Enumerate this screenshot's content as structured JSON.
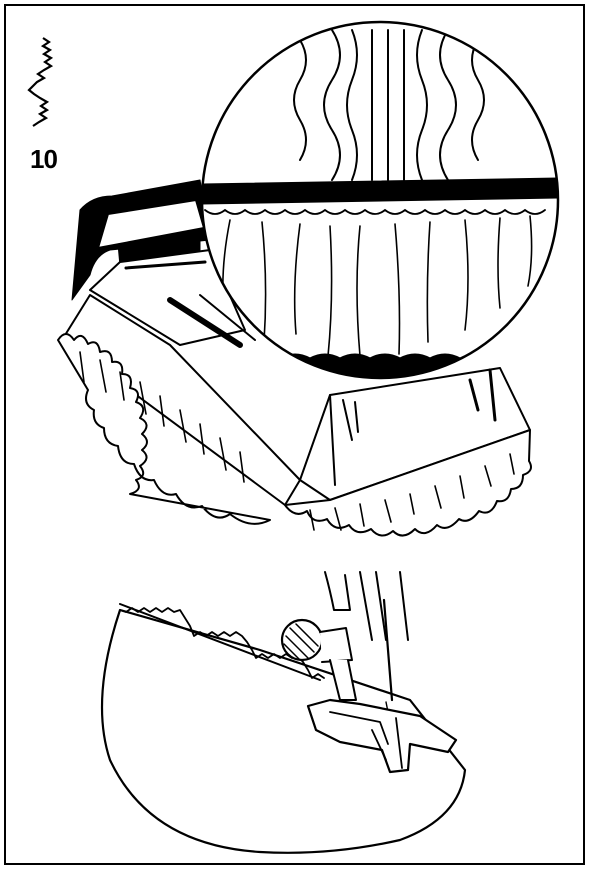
{
  "figure": {
    "stitch_number": "10",
    "ink_color": "#000000",
    "paper_color": "#ffffff"
  },
  "panels": [
    {
      "subject": "ruffled-bedspread-with-magnified-stitch"
    },
    {
      "subject": "presser-foot-sewing-scalloped-edge"
    }
  ]
}
